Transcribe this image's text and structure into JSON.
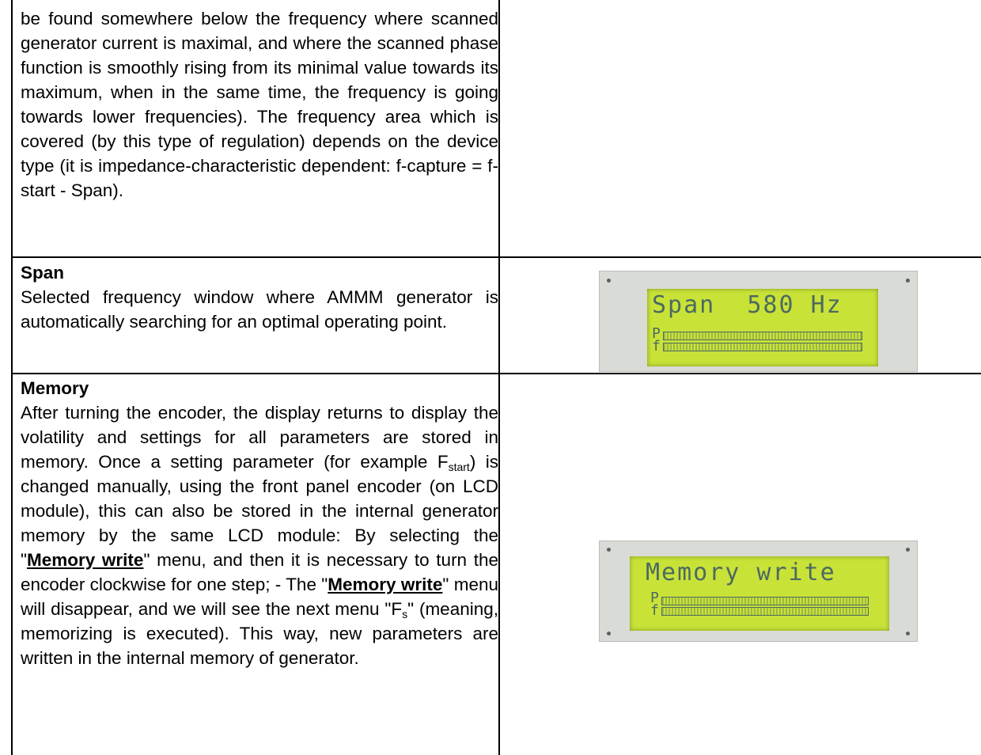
{
  "row1": {
    "text": "be found somewhere below the frequency where scanned generator current is maximal, and where the scanned phase function is smoothly rising from its minimal value towards its maximum, when in the same time, the frequency is going towards lower frequencies).  The frequency area which is covered (by this type of regulation) depends on the device type (it is impedance-characteristic dependent: f-capture = f-start - Span)."
  },
  "row2": {
    "heading": "Span",
    "text": "Selected frequency window where AMMM generator is automatically searching for an optimal operating point.",
    "lcd": {
      "line1": "Span  580 Hz",
      "label_top": "P",
      "label_bottom": "f"
    }
  },
  "row3": {
    "heading": "Memory",
    "text_a": "After turning the encoder, the display returns to display the volatility and settings for all parameters are stored in memory. Once a setting parameter (for example F",
    "sub_start": "start",
    "text_b": ") is changed manually, using the front panel encoder (on LCD module), this can also be stored in the internal generator memory by the same LCD module: By selecting the \"",
    "memory_write_1": "Memory write",
    "text_c": "\" menu, and then it is necessary to turn the encoder clockwise for one step; - The \"",
    "memory_write_2": "Memory write",
    "text_d": "\" menu will disappear, and we will see the next menu \"F",
    "sub_s": "s",
    "text_e": "\" (meaning, memorizing is executed).  This way, new parameters are written in the internal memory of generator.",
    "lcd": {
      "line1": "Memory write",
      "label_top": "P",
      "label_bottom": "f"
    }
  },
  "colors": {
    "lcd_screen": "#c9e238",
    "lcd_text": "#4c6a60",
    "lcd_frame": "#d9dbd6"
  }
}
